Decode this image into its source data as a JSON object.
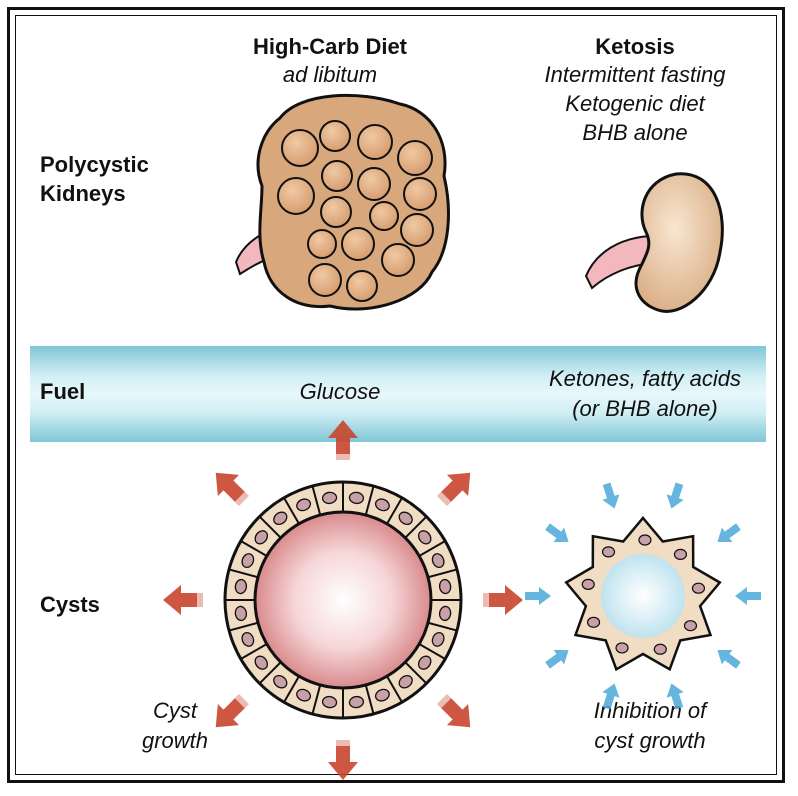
{
  "columns": {
    "high_carb": {
      "title": "High-Carb Diet",
      "subtitle": "ad libitum"
    },
    "ketosis": {
      "title": "Ketosis",
      "line1": "Intermittent fasting",
      "line2": "Ketogenic diet",
      "line3": "BHB alone"
    }
  },
  "rows": {
    "kidneys": {
      "line1": "Polycystic",
      "line2": "Kidneys"
    },
    "fuel": {
      "label": "Fuel",
      "high_carb": "Glucose",
      "ketosis_line1": "Ketones, fatty acids",
      "ketosis_line2": "(or BHB alone)"
    },
    "cysts": {
      "label": "Cysts",
      "growth_line1": "Cyst",
      "growth_line2": "growth",
      "inhibition_line1": "Inhibition of",
      "inhibition_line2": "cyst growth"
    }
  },
  "colors": {
    "fuel_band": "#9fd8e4",
    "kidney": "#d9a77c",
    "ureter": "#f2b8bd",
    "outward_arrow": "#c9452f",
    "inward_arrow": "#4aa8d8"
  }
}
